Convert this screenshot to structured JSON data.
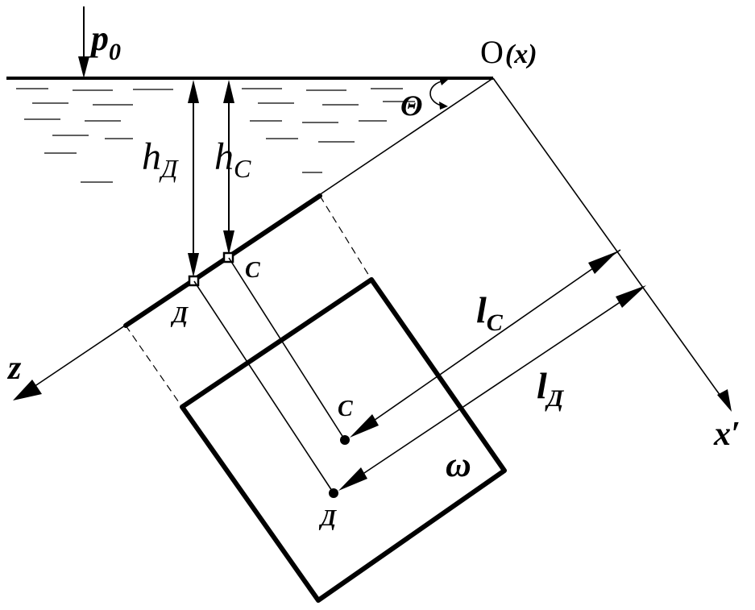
{
  "labels": {
    "pressure": "p",
    "pressure_sub": "0",
    "origin": "O",
    "origin_axis": "(x)",
    "angle": "Θ",
    "h_d": "h",
    "h_d_sub": "Д",
    "h_c": "h",
    "h_c_sub": "C",
    "point_c_axis": "C",
    "point_d_axis": "Д",
    "axis_z": "z",
    "axis_x_prime": "x′",
    "l_c": "l",
    "l_c_sub": "C",
    "l_d": "l",
    "l_d_sub": "Д",
    "point_c_plate": "C",
    "point_d_plate": "Д",
    "area": "ω"
  }
}
